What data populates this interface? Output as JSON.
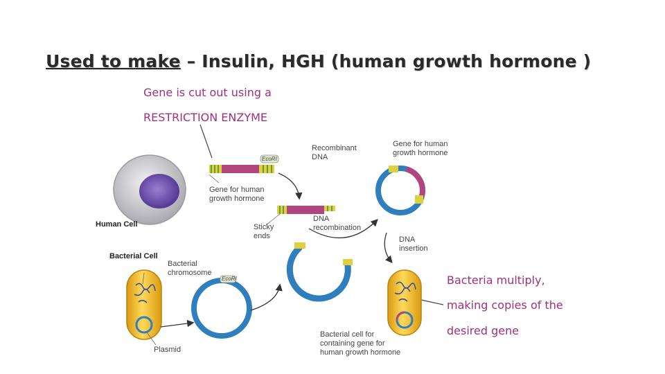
{
  "title": {
    "underlined": "Used to make",
    "rest": " – Insulin, HGH (human growth hormone )"
  },
  "callouts": {
    "restriction_line1": "Gene is cut out using a",
    "restriction_line2": "RESTRICTION ENZYME",
    "multiply_line1": "Bacteria multiply,",
    "multiply_line2": "making copies of the",
    "multiply_line3": "desired gene"
  },
  "labels": {
    "human_cell": "Human Cell",
    "bacterial_cell": "Bacterial Cell",
    "bacterial_chromosome": "Bacterial\nchromosome",
    "plasmid": "Plasmid",
    "gene_for_hgh": "Gene for human\ngrowth hormone",
    "recombinant_dna": "Recombinant\nDNA",
    "gene_for_hgh_2": "Gene for human\ngrowth hormone",
    "sticky_ends": "Sticky\nends",
    "dna_recombination": "DNA\nrecombination",
    "dna_insertion": "DNA\ninsertion",
    "bacterial_cell_containing": "Bacterial cell for\ncontaining gene for\nhuman growth hormone",
    "ecori_1": "EcoRI",
    "ecori_2": "EcoRI"
  },
  "colors": {
    "callout": "#a0307a",
    "dna_ring": "#2f7fbf",
    "gene": "#b0457f",
    "sticky": "#e0d040",
    "bacterium": "#f2c230",
    "human_cell": "#c8c8cc",
    "nucleus": "#6a4aa8"
  }
}
